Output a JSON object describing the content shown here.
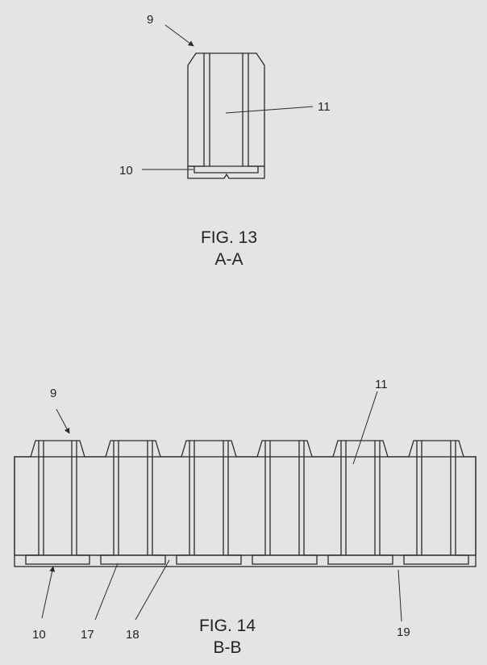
{
  "fig13": {
    "ref_part": "9",
    "ref_channel": "11",
    "ref_bottom": "10",
    "caption": "FIG. 13",
    "section": "A-A"
  },
  "fig14": {
    "ref_part": "9",
    "ref_channel": "11",
    "ref_bottom": "10",
    "ref_recess": "17",
    "ref_rib": "18",
    "ref_edge": "19",
    "caption": "FIG. 14",
    "section": "B-B"
  },
  "colors": {
    "background": "#e4e4e6",
    "line": "#2a2a2a",
    "hatch": "#2a2a2a"
  }
}
